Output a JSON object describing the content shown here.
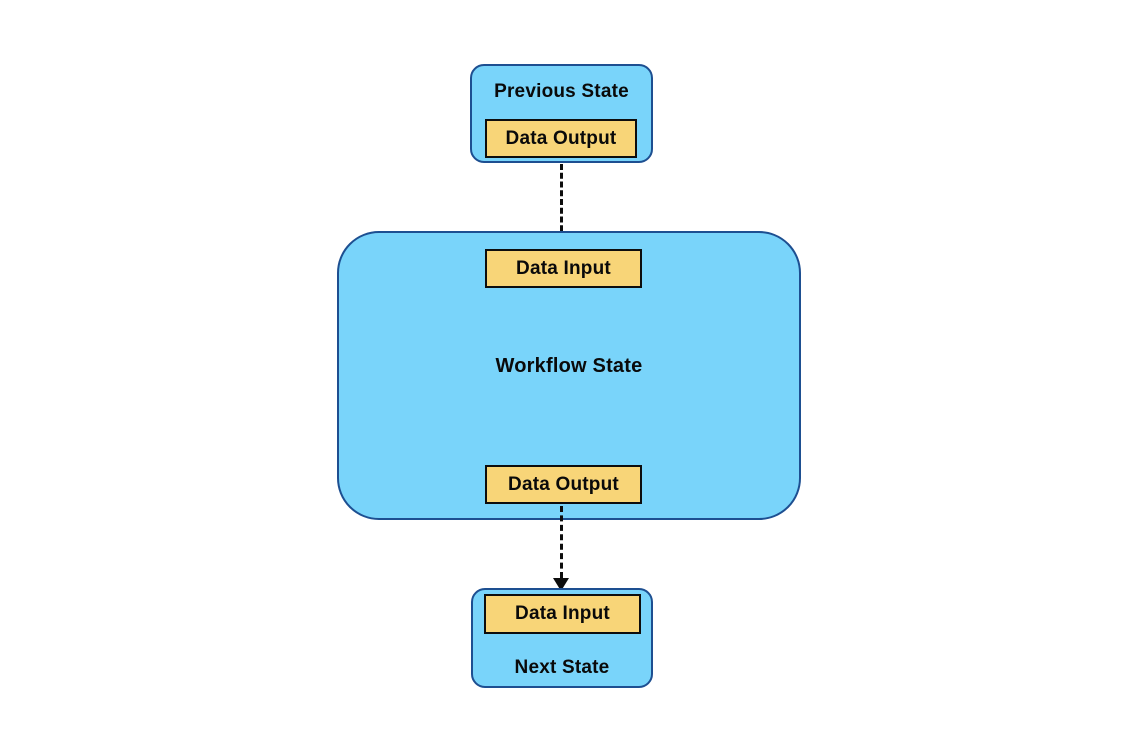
{
  "diagram": {
    "nodes": {
      "previous_state": {
        "label": "Previous State",
        "output_port": "Data Output"
      },
      "workflow_state": {
        "label": "Workflow State",
        "input_port": "Data Input",
        "output_port": "Data Output"
      },
      "next_state": {
        "label": "Next State",
        "input_port": "Data Input"
      }
    },
    "colors": {
      "background": "#ffffff",
      "node_fill": "#79d4fa",
      "node_border": "#1d4f91",
      "port_fill": "#f8d578",
      "port_border": "#0d0d0d",
      "connector": "#0d0d0d",
      "label_text": "#0a0a0a"
    }
  }
}
